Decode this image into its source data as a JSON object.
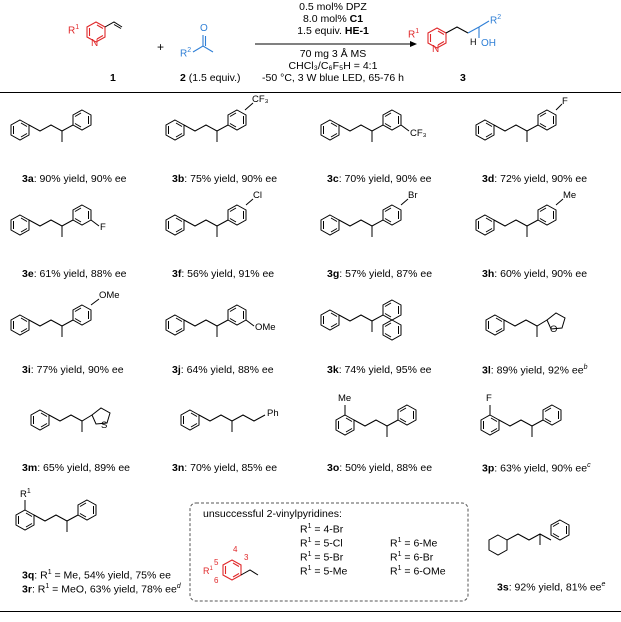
{
  "scheme": {
    "reactant1_label": "1",
    "reactant2_label": "2",
    "reactant2_note": "(1.5 equiv.)",
    "product_label": "3",
    "plus": "+",
    "r1": "R",
    "r1_sup": "1",
    "r2": "R",
    "r2_sup": "2",
    "atom_N": "N",
    "atom_O": "O",
    "atom_H": "H",
    "atom_OH": "OH",
    "cond1": "0.5 mol% DPZ",
    "cond2_pre": "8.0 mol% ",
    "cond2_bold": "C1",
    "cond3_pre": "1.5 equiv. ",
    "cond3_bold": "HE-1",
    "cond4": "70 mg 3 Å MS",
    "cond5": "CHCl₃/C₆F₅H = 4:1",
    "cond6": "-50 °C, 3 W blue LED, 65-76 h"
  },
  "products": [
    {
      "id": "3a",
      "text": ": 90% yield, 90% ee",
      "sub": "",
      "sup": ""
    },
    {
      "id": "3b",
      "text": ": 75% yield, 90% ee",
      "sub": "CF₃",
      "sup": ""
    },
    {
      "id": "3c",
      "text": ": 70% yield, 90% ee",
      "sub": "CF₃",
      "sup": ""
    },
    {
      "id": "3d",
      "text": ": 72% yield, 90% ee",
      "sub": "F",
      "sup": ""
    },
    {
      "id": "3e",
      "text": ": 61% yield, 88% ee",
      "sub": "F",
      "sup": ""
    },
    {
      "id": "3f",
      "text": ": 56% yield, 91% ee",
      "sub": "Cl",
      "sup": ""
    },
    {
      "id": "3g",
      "text": ": 57% yield, 87% ee",
      "sub": "Br",
      "sup": ""
    },
    {
      "id": "3h",
      "text": ": 60% yield, 90% ee",
      "sub": "Me",
      "sup": ""
    },
    {
      "id": "3i",
      "text": ": 77% yield, 90% ee",
      "sub": "OMe",
      "sup": ""
    },
    {
      "id": "3j",
      "text": ": 64% yield, 88% ee",
      "sub": "OMe",
      "sup": ""
    },
    {
      "id": "3k",
      "text": ": 74% yield, 95% ee",
      "sub": "",
      "sup": ""
    },
    {
      "id": "3l",
      "text": ": 89% yield, 92% ee",
      "sub": "O",
      "sup": "b"
    },
    {
      "id": "3m",
      "text": ": 65% yield, 89% ee",
      "sub": "S",
      "sup": ""
    },
    {
      "id": "3n",
      "text": ": 70% yield, 85% ee",
      "sub": "Ph",
      "sup": ""
    },
    {
      "id": "3o",
      "text": ": 50% yield, 88% ee",
      "sub": "Me",
      "sup": ""
    },
    {
      "id": "3p",
      "text": ": 63% yield, 90% ee",
      "sub": "F",
      "sup": "c"
    },
    {
      "id": "3s",
      "text": ": 92% yield, 81% ee",
      "sub": "",
      "sup": "e"
    }
  ],
  "product_3q": {
    "id": "3q",
    "pre": ": R",
    "pre_sup": "1",
    "text": " = Me, 54% yield, 75% ee"
  },
  "product_3r": {
    "id": "3r",
    "pre": ": R",
    "pre_sup": "1",
    "text": " = MeO, 63% yield, 78% ee",
    "sup": "d"
  },
  "r1_sub_label": "R",
  "r1_sub_sup": "1",
  "unsuccessful": {
    "title": "unsuccessful 2-vinylpyridines:",
    "col1": [
      {
        "r": "R",
        "sup": "1",
        "val": " = 4-Br"
      },
      {
        "r": "R",
        "sup": "1",
        "val": " = 5-Cl"
      },
      {
        "r": "R",
        "sup": "1",
        "val": " = 5-Br"
      },
      {
        "r": "R",
        "sup": "1",
        "val": " = 5-Me"
      }
    ],
    "col2": [
      {
        "r": "R",
        "sup": "1",
        "val": " = 6-Me"
      },
      {
        "r": "R",
        "sup": "1",
        "val": " = 6-Br"
      },
      {
        "r": "R",
        "sup": "1",
        "val": " = 6-OMe"
      }
    ],
    "positions": [
      "4",
      "3",
      "5",
      "6"
    ]
  }
}
